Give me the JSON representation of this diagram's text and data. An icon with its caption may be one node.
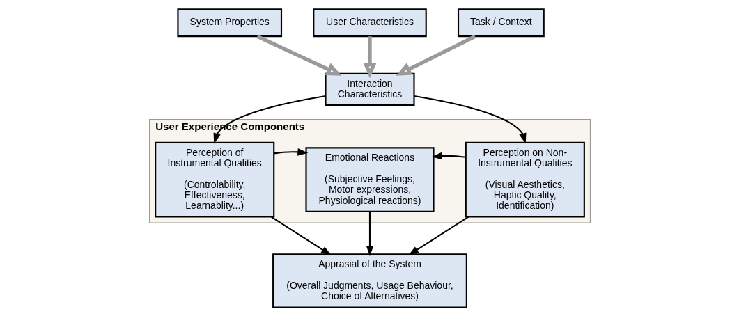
{
  "diagram": {
    "nodes": [
      {
        "text": [
          "System Properties"
        ]
      },
      {
        "text": [
          "User Characteristics"
        ]
      },
      {
        "text": [
          "Task / Context"
        ]
      },
      {
        "text": [
          "Interaction Characteristics"
        ]
      },
      {
        "text": [
          "User Experience Components"
        ]
      },
      {
        "text": [
          "Perception of Instrumental Qualities",
          "(Controlability, Effectiveness, Learnablity...)"
        ],
        "in": 4
      },
      {
        "text": [
          "Emotional Reactions",
          "(Subjective Feelings, Motor expressions, Physiological reactions)"
        ],
        "in": 4
      },
      {
        "text": [
          "Perception on Non-Instrumental Qualities",
          "(Visual Aesthetics, Haptic Quality, Identification)"
        ],
        "in": 4
      },
      {
        "text": [
          "Apprasial of the System",
          "(Overall Judgments, Usage Behaviour, Choice of Alternatives)"
        ]
      }
    ],
    "edges": [
      {
        "from": 0,
        "to": 3,
        "arrow": "to",
        "style": "thick",
        "color": "#9a9a9a"
      },
      {
        "from": 1,
        "to": 3,
        "arrow": "to",
        "style": "thick",
        "color": "#9a9a9a"
      },
      {
        "from": 2,
        "to": 3,
        "arrow": "to",
        "style": "thick",
        "color": "#9a9a9a"
      },
      {
        "from": 3,
        "to": 5,
        "arrow": "to"
      },
      {
        "from": 3,
        "to": 7,
        "arrow": "to"
      },
      {
        "from": 5,
        "to": 6,
        "arrow": "to"
      },
      {
        "from": 7,
        "to": 6,
        "arrow": "to"
      },
      {
        "from": 5,
        "to": 8,
        "arrow": "to"
      },
      {
        "from": 6,
        "to": 8,
        "arrow": "to"
      },
      {
        "from": 7,
        "to": 8,
        "arrow": "to"
      }
    ]
  }
}
